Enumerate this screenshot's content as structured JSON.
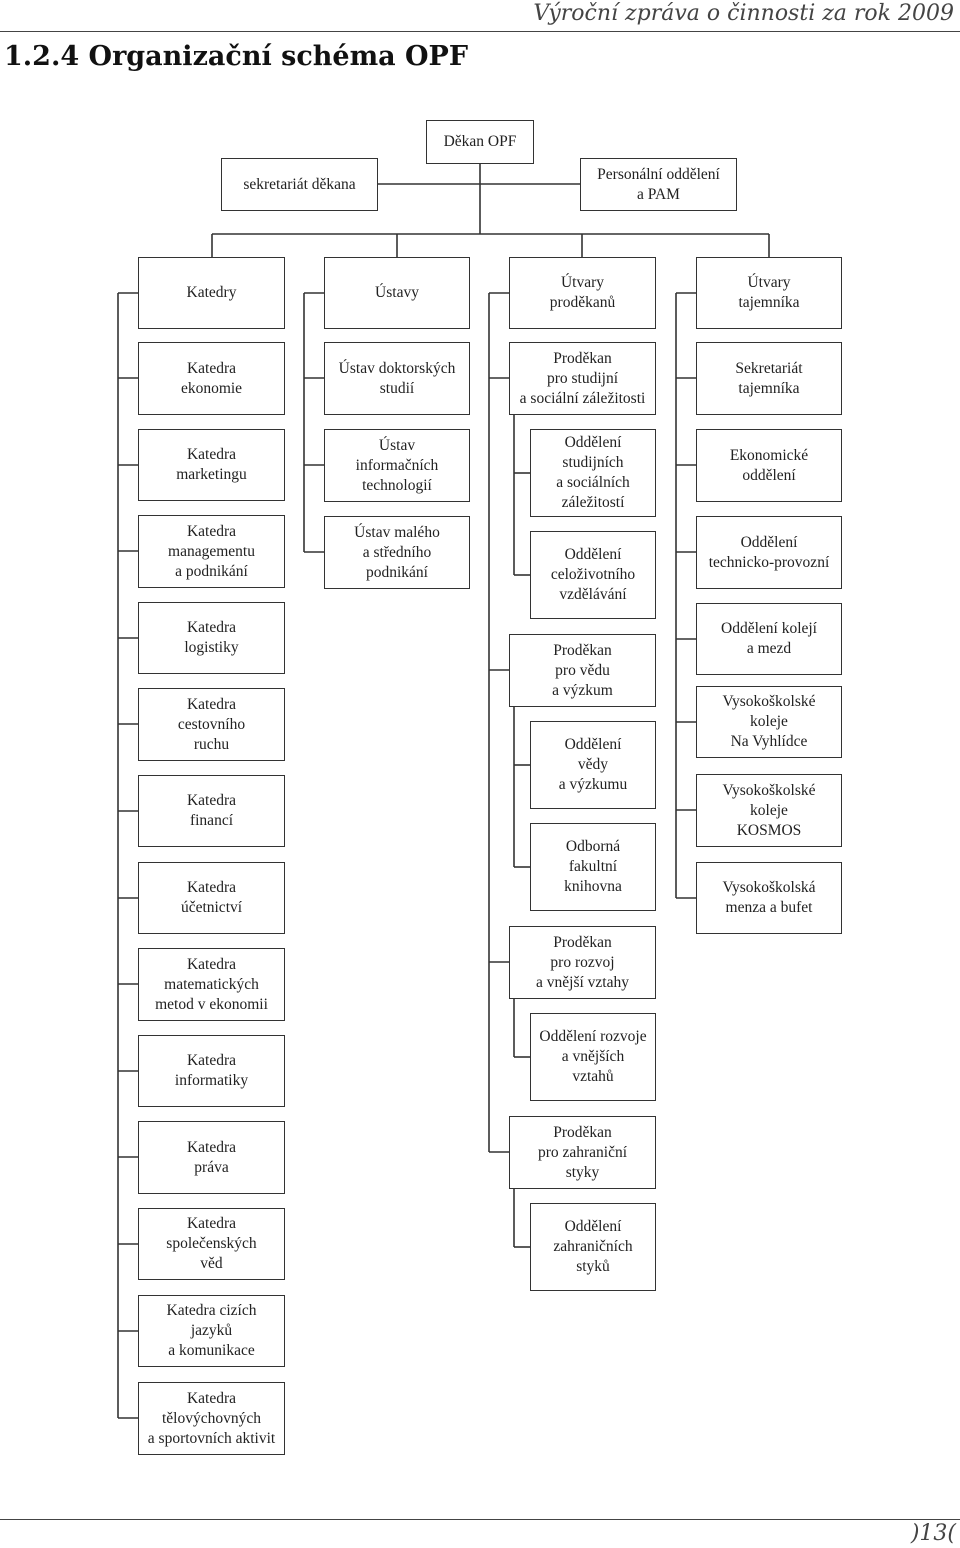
{
  "header": {
    "doc_title": "Výroční zpráva o činnosti za rok 2009"
  },
  "heading": "1.2.4 Organizační schéma OPF",
  "footer": {
    "page_number": ")13("
  },
  "org": {
    "dean": "Děkan OPF",
    "dean_secretariat": "sekretariát děkana",
    "personnel": "Personální oddělení\na PAM",
    "units": {
      "katedry": "Katedry",
      "ustavy": "Ústavy",
      "prodekani": "Útvary\nproděkanů",
      "tajemnik": "Útvary\ntajemníka"
    },
    "katedry": [
      "Katedra\nekonomie",
      "Katedra\nmarketingu",
      "Katedra\nmanagementu\na podnikání",
      "Katedra\nlogistiky",
      "Katedra\ncestovního\nruchu",
      "Katedra\nfinancí",
      "Katedra\núčetnictví",
      "Katedra\nmatematických\nmetod v ekonomii",
      "Katedra\ninformatiky",
      "Katedra\npráva",
      "Katedra\nspolečenských\nvěd",
      "Katedra cizích\njazyků\na komunikace",
      "Katedra\ntělovýchovných\na sportovních aktivit"
    ],
    "ustavy": [
      "Ústav doktorských\nstudií",
      "Ústav\ninformačních\ntechnologií",
      "Ústav malého\na středního\npodnikání"
    ],
    "prodekani": [
      {
        "title": "Proděkan\npro studijní\na sociální záležitosti",
        "departments": [
          "Oddělení\nstudijních\na sociálních\nzáležitostí",
          "Oddělení\nceloživotního\nvzdělávání"
        ]
      },
      {
        "title": "Proděkan\npro vědu\na výzkum",
        "departments": [
          "Oddělení\nvědy\na výzkumu",
          "Odborná\nfakultní\nknihovna"
        ]
      },
      {
        "title": "Proděkan\npro rozvoj\na vnější vztahy",
        "departments": [
          "Oddělení rozvoje\na vnějších\nvztahů"
        ]
      },
      {
        "title": "Proděkan\npro zahraniční\nstyky",
        "departments": [
          "Oddělení\nzahraničních\nstyků"
        ]
      }
    ],
    "tajemnik": [
      "Sekretariát\ntajemníka",
      "Ekonomické\noddělení",
      "Oddělení\ntechnicko-provozní",
      "Oddělení kolejí\na mezd",
      "Vysokoškolské\nkoleje\nNa Vyhlídce",
      "Vysokoškolské\nkoleje\nKOSMOS",
      "Vysokoškolská\nmenza a bufet"
    ]
  }
}
